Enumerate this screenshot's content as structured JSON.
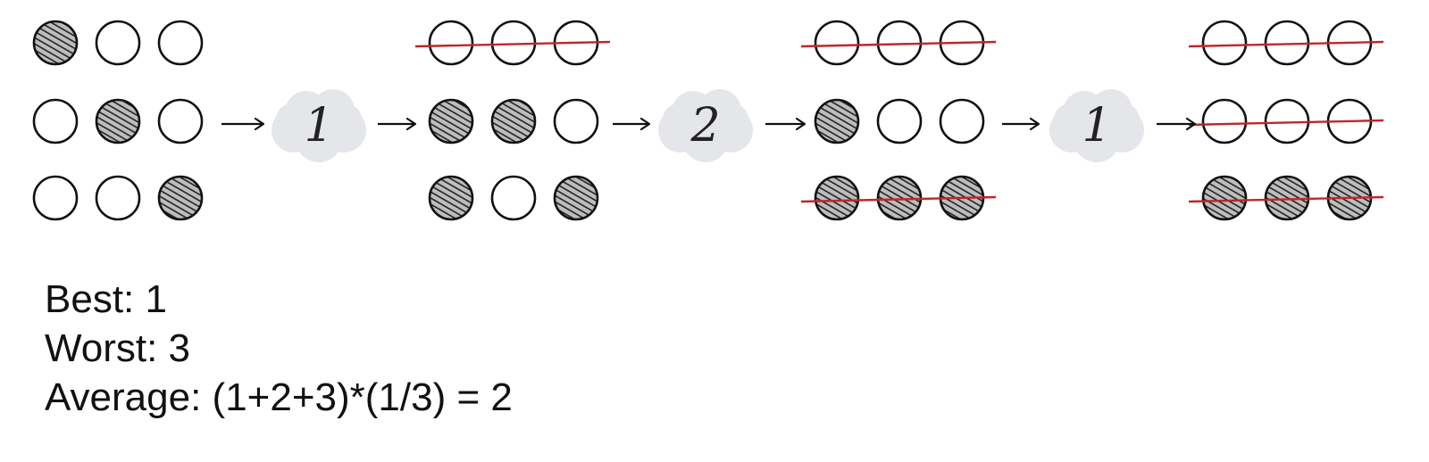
{
  "colors": {
    "outline": "#111111",
    "hatch": "#222222",
    "shaded_fill": "#bdbdbd",
    "strike": "#c0262b",
    "cloud": "#e4e6e9"
  },
  "icons": {
    "arrow": "right-arrow-icon",
    "cloud": "cloud-icon",
    "ball_shaded": "shaded-ball-icon",
    "ball_empty": "empty-ball-icon"
  },
  "stages": [
    {
      "rows": [
        {
          "balls": [
            "shaded",
            "empty",
            "empty"
          ],
          "struck": false
        },
        {
          "balls": [
            "empty",
            "shaded",
            "empty"
          ],
          "struck": false
        },
        {
          "balls": [
            "empty",
            "empty",
            "shaded"
          ],
          "struck": false
        }
      ]
    },
    {
      "rows": [
        {
          "balls": [
            "empty",
            "empty",
            "empty"
          ],
          "struck": true
        },
        {
          "balls": [
            "shaded",
            "shaded",
            "empty"
          ],
          "struck": false
        },
        {
          "balls": [
            "shaded",
            "empty",
            "shaded"
          ],
          "struck": false
        }
      ]
    },
    {
      "rows": [
        {
          "balls": [
            "empty",
            "empty",
            "empty"
          ],
          "struck": true
        },
        {
          "balls": [
            "shaded",
            "empty",
            "empty"
          ],
          "struck": false
        },
        {
          "balls": [
            "shaded",
            "shaded",
            "shaded"
          ],
          "struck": true
        }
      ]
    },
    {
      "rows": [
        {
          "balls": [
            "empty",
            "empty",
            "empty"
          ],
          "struck": true
        },
        {
          "balls": [
            "empty",
            "empty",
            "empty"
          ],
          "struck": true
        },
        {
          "balls": [
            "shaded",
            "shaded",
            "shaded"
          ],
          "struck": true
        }
      ]
    }
  ],
  "clouds": [
    {
      "label": "1"
    },
    {
      "label": "2"
    },
    {
      "label": "1"
    }
  ],
  "summary": {
    "best": "Best: 1",
    "worst": "Worst: 3",
    "average": "Average: (1+2+3)*(1/3) = 2"
  }
}
